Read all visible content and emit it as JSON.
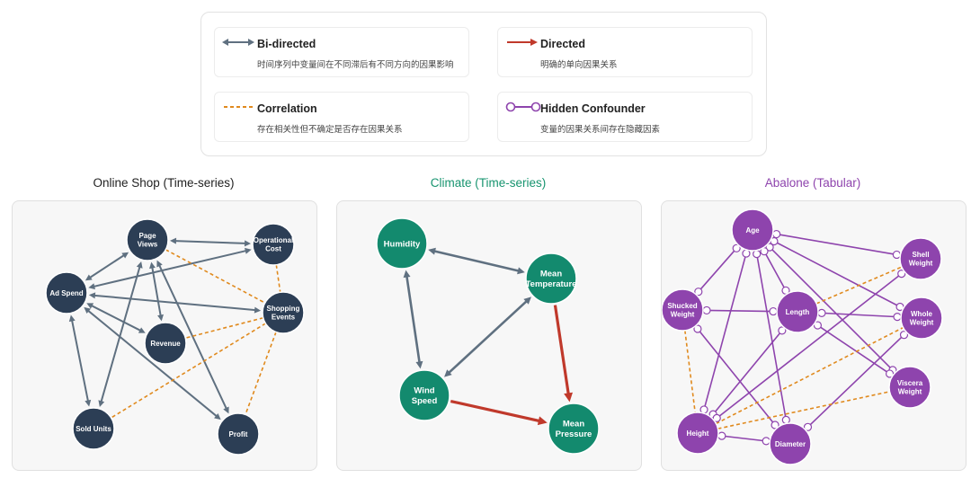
{
  "legend": {
    "bidirected": {
      "title": "Bi-directed",
      "desc": "时间序列中变量间在不同滞后有不同方向的因果影响"
    },
    "directed": {
      "title": "Directed",
      "desc": "明确的单向因果关系"
    },
    "correlation": {
      "title": "Correlation",
      "desc": "存在相关性但不确定是否存在因果关系"
    },
    "hidden": {
      "title": "Hidden Confounder",
      "desc": "变量的因果关系间存在隐藏因素"
    }
  },
  "colors": {
    "bidirected": "#5f7080",
    "directed": "#c0392b",
    "correlation": "#e08a1e",
    "hidden": "#8e44ad",
    "shop_node": "#2c3e55",
    "climate_node": "#138a6e",
    "abalone_node": "#8e44ad"
  },
  "panels": {
    "shop": {
      "title": "Online Shop (Time-series)",
      "title_color": "#222222",
      "nodes": {
        "page_views": [
          "Page",
          "Views"
        ],
        "operational_cost": [
          "Operational",
          "Cost"
        ],
        "ad_spend": [
          "Ad Spend"
        ],
        "shopping_events": [
          "Shopping",
          "Events"
        ],
        "revenue": [
          "Revenue"
        ],
        "sold_units": [
          "Sold Units"
        ],
        "profit": [
          "Profit"
        ]
      }
    },
    "climate": {
      "title": "Climate (Time-series)",
      "title_color": "#17946f",
      "nodes": {
        "humidity": [
          "Humidity"
        ],
        "mean_temperature": [
          "Mean",
          "Temperature"
        ],
        "wind_speed": [
          "Wind",
          "Speed"
        ],
        "mean_pressure": [
          "Mean",
          "Pressure"
        ]
      }
    },
    "abalone": {
      "title": "Abalone (Tabular)",
      "title_color": "#8e44ad",
      "nodes": {
        "age": [
          "Age"
        ],
        "shell_weight": [
          "Shell",
          "Weight"
        ],
        "shucked_weight": [
          "Shucked",
          "Weight"
        ],
        "length": [
          "Length"
        ],
        "whole_weight": [
          "Whole",
          "Weight"
        ],
        "viscera_weight": [
          "Viscera",
          "Weight"
        ],
        "height": [
          "Height"
        ],
        "diameter": [
          "Diameter"
        ]
      }
    }
  }
}
